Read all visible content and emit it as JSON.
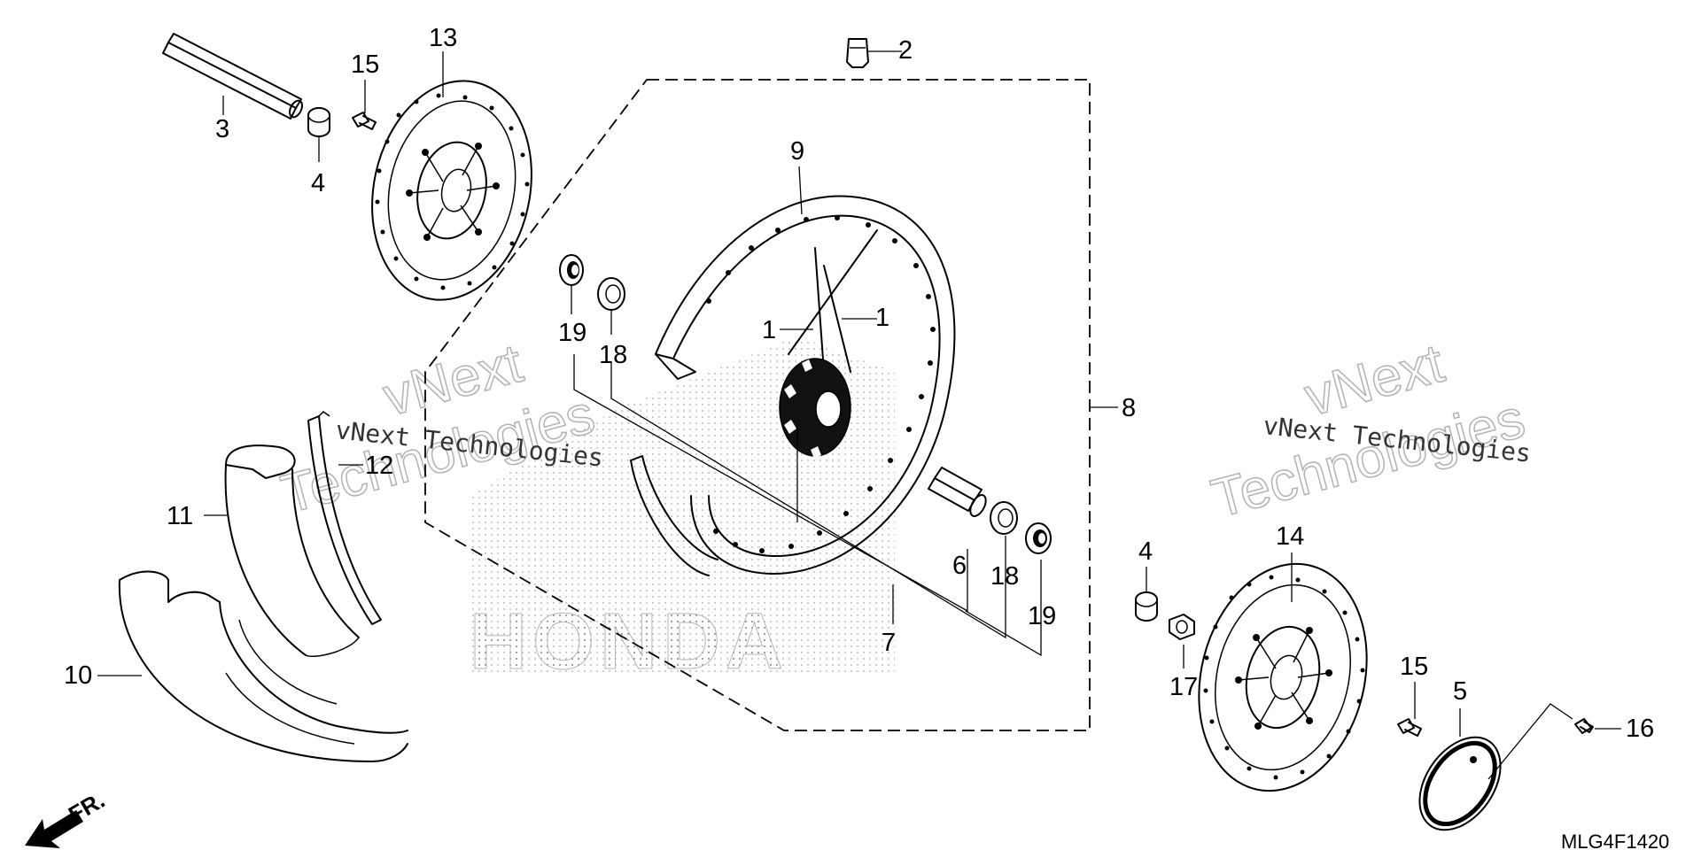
{
  "diagram": {
    "watermark_company": "vNext",
    "watermark_company_full": "vNext Technologies",
    "watermark_word": "Technologies",
    "brand_watermark": "HONDA",
    "direction_label": "FR.",
    "diagram_code": "MLG4F1420",
    "callouts": {
      "c1a": "1",
      "c1b": "1",
      "c2": "2",
      "c3": "3",
      "c4a": "4",
      "c4b": "4",
      "c5": "5",
      "c6": "6",
      "c7": "7",
      "c8": "8",
      "c9": "9",
      "c10": "10",
      "c11": "11",
      "c12": "12",
      "c13": "13",
      "c14": "14",
      "c15a": "15",
      "c15b": "15",
      "c16": "16",
      "c17": "17",
      "c18a": "18",
      "c18b": "18",
      "c19a": "19",
      "c19b": "19"
    }
  }
}
